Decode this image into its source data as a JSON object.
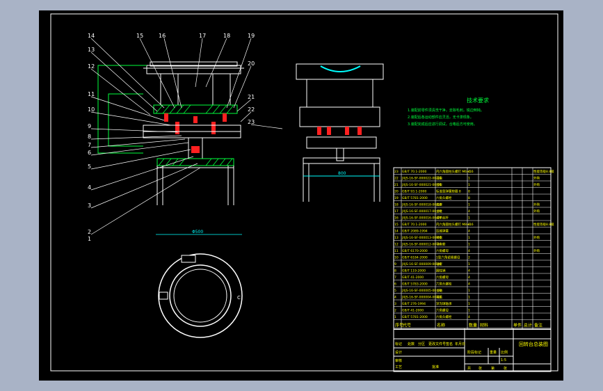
{
  "tech_requirements": {
    "title": "技术要求",
    "items": [
      "1.装配前零件须清洗干净，去除毛刺，锐边倒钝。",
      "2.装配后各运动部件应灵活，无卡滞现象。",
      "3.装配完成后应进行调试，合格后方可使用。"
    ]
  },
  "balloons": [
    "1",
    "2",
    "3",
    "4",
    "5",
    "6",
    "7",
    "8",
    "9",
    "10",
    "11",
    "12",
    "13",
    "14",
    "15",
    "16",
    "17",
    "18",
    "19",
    "20",
    "21",
    "22",
    "23"
  ],
  "dimensions": {
    "plan_width": "Φ500",
    "side_width": "800"
  },
  "bom": {
    "header": {
      "no": "序号",
      "code": "代号",
      "name": "名称",
      "qty": "数量",
      "material": "材料",
      "unit_weight": "单件",
      "total_weight": "总计",
      "note": "备注"
    },
    "rows": [
      {
        "no": "23",
        "code": "GB/T 70.1-2000",
        "name": "内六角圆柱头螺钉 M6×16",
        "qty": "4",
        "material": "",
        "note": "性能等级8.8级"
      },
      {
        "no": "22",
        "code": "JXJS-16-SF-000022-00-00",
        "name": "压盘",
        "qty": "1",
        "material": "",
        "note": "外购"
      },
      {
        "no": "21",
        "code": "JXJS-16-SF-000021-00-00",
        "name": "压板",
        "qty": "1",
        "material": "",
        "note": "外购"
      },
      {
        "no": "20",
        "code": "GB/T 93.1-2000",
        "name": "标准型弹簧垫圈 8",
        "qty": "8",
        "material": "",
        "note": ""
      },
      {
        "no": "19",
        "code": "GB/T 5781-2000",
        "name": "六角头螺栓",
        "qty": "8",
        "material": "",
        "note": ""
      },
      {
        "no": "18",
        "code": "JXJS-16-SF-000018-00-00",
        "name": "底座",
        "qty": "1",
        "material": "",
        "note": "外购"
      },
      {
        "no": "17",
        "code": "JXJS-16-SF-000017-00-00",
        "name": "立柱",
        "qty": "4",
        "material": "",
        "note": "外购"
      },
      {
        "no": "16",
        "code": "JXJS-16-SF-000016-00-00",
        "name": "调节丝杆",
        "qty": "1",
        "material": "",
        "note": ""
      },
      {
        "no": "15",
        "code": "GB/T 70.1-2000",
        "name": "内六角圆柱头螺钉 M8×16",
        "qty": "8",
        "material": "",
        "note": "性能等级8.8级"
      },
      {
        "no": "14",
        "code": "GB/T 2089-1994",
        "name": "压缩弹簧",
        "qty": "4",
        "material": "",
        "note": ""
      },
      {
        "no": "13",
        "code": "JXJS-16-SF-000013-00-00",
        "name": "转盘",
        "qty": "1",
        "material": "",
        "note": "外购"
      },
      {
        "no": "12",
        "code": "JXJS-16-SF-000012-00-00",
        "name": "导向套",
        "qty": "1",
        "material": "",
        "note": ""
      },
      {
        "no": "11",
        "code": "GB/T 6170-2000",
        "name": "六角螺母",
        "qty": "4",
        "material": "",
        "note": "外购"
      },
      {
        "no": "10",
        "code": "GB/T 6184-2000",
        "name": "1型六角锁紧螺母",
        "qty": "2",
        "material": "",
        "note": ""
      },
      {
        "no": "9",
        "code": "JXJS-16-SF-000009-00-00",
        "name": "轴套",
        "qty": "1",
        "material": "",
        "note": ""
      },
      {
        "no": "8",
        "code": "GB/T 119-2000",
        "name": "圆柱销",
        "qty": "4",
        "material": "",
        "note": ""
      },
      {
        "no": "7",
        "code": "GB/T 41-2000",
        "name": "六角螺母",
        "qty": "4",
        "material": "",
        "note": ""
      },
      {
        "no": "6",
        "code": "GB/T 5783-2000",
        "name": "六角头螺栓",
        "qty": "4",
        "material": "",
        "note": ""
      },
      {
        "no": "5",
        "code": "JXJS-16-SF-000005-00-00",
        "name": "主轴",
        "qty": "1",
        "material": "",
        "note": ""
      },
      {
        "no": "4",
        "code": "JXJS-16-SF-000004-00-00",
        "name": "端盖",
        "qty": "1",
        "material": "",
        "note": ""
      },
      {
        "no": "3",
        "code": "GB/T 276-1994",
        "name": "深沟球轴承",
        "qty": "1",
        "material": "",
        "note": ""
      },
      {
        "no": "2",
        "code": "GB/T 41-2000",
        "name": "六角螺母",
        "qty": "1",
        "material": "",
        "note": ""
      },
      {
        "no": "1",
        "code": "GB/T 5781-2000",
        "name": "六角头螺栓",
        "qty": "4",
        "material": "",
        "note": ""
      }
    ]
  },
  "title_block": {
    "drawing_title": "回转台总装图",
    "marks": [
      "标记",
      "处数",
      "分区",
      "更改文件号",
      "签名",
      "年月日"
    ],
    "roles": [
      "设计",
      "审核",
      "工艺",
      "批准"
    ],
    "stage_label": "阶段标记",
    "weight_label": "重量",
    "scale_label": "比例",
    "scale_value": "1:5",
    "sheet_info": [
      "共",
      "张",
      "第",
      "张"
    ]
  },
  "colors": {
    "sheet": "#000000",
    "frame": "#ffffff",
    "outline": "#ffffff",
    "hatch": "#00ff3c",
    "leader": "#00ff3c",
    "balloon_text": "#ffffff",
    "table_text": "#ffff00",
    "dimension": "#00ffff",
    "part_red": "#ff2020",
    "desk": "#4aa8ff"
  }
}
